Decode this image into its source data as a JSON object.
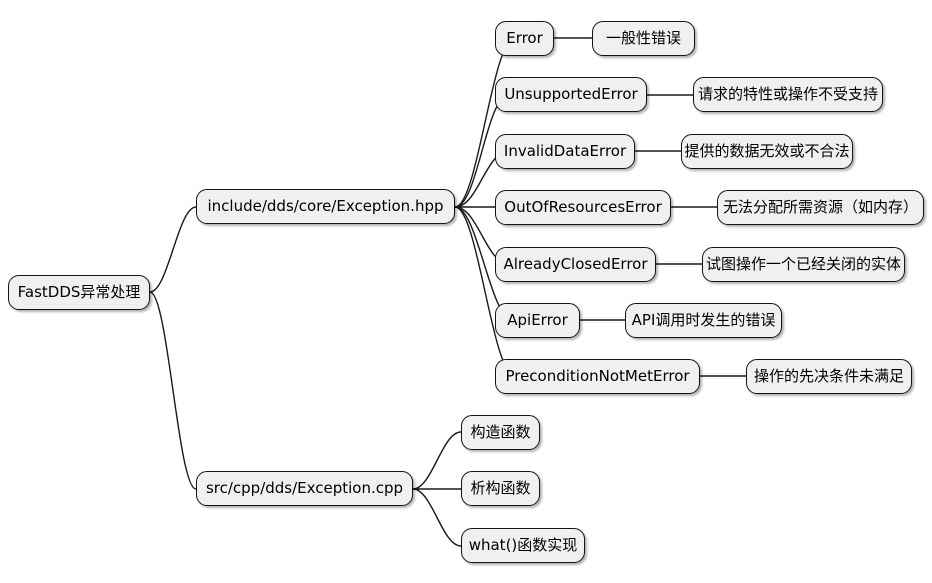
{
  "diagram": {
    "type": "mindmap",
    "title": "FastDDS异常处理",
    "background_color": "#ffffff",
    "node_fill": "#f0f0f0",
    "node_border": "#141414",
    "edge_color": "#1a1a1a"
  },
  "root": {
    "label": "FastDDS异常处理"
  },
  "branches": [
    {
      "label": "include/dds/core/Exception.hpp",
      "children": [
        {
          "label": "Error",
          "description": "一般性错误"
        },
        {
          "label": "UnsupportedError",
          "description": "请求的特性或操作不受支持"
        },
        {
          "label": "InvalidDataError",
          "description": "提供的数据无效或不合法"
        },
        {
          "label": "OutOfResourcesError",
          "description": "无法分配所需资源（如内存）"
        },
        {
          "label": "AlreadyClosedError",
          "description": "试图操作一个已经关闭的实体"
        },
        {
          "label": "ApiError",
          "description": "API调用时发生的错误"
        },
        {
          "label": "PreconditionNotMetError",
          "description": "操作的先决条件未满足"
        }
      ]
    },
    {
      "label": "src/cpp/dds/Exception.cpp",
      "children": [
        {
          "label": "构造函数"
        },
        {
          "label": "析构函数"
        },
        {
          "label": "what()函数实现"
        }
      ]
    }
  ]
}
